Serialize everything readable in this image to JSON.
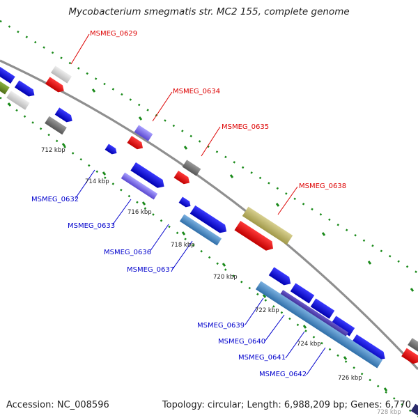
{
  "title": "Mycobacterium smegmatis str. MC2 155, complete genome",
  "footer": {
    "accession": "Accession: NC_008596",
    "summary": "Topology: circular; Length: 6,988,209 bp; Genes: 6,770"
  },
  "colors": {
    "backbone": "#909090",
    "tick": "#1a8a1a",
    "red_label": "#dd0000",
    "blue_label": "#0000cc",
    "feature_blue": "#0000ee",
    "feature_red": "#ee0000",
    "feature_gray": "#7a7a7a",
    "feature_lightgray": "#d0d0d0",
    "feature_purple": "#7b68ee",
    "feature_steel": "#4a86c0",
    "feature_olive": "#b8b060",
    "feature_green": "#6b8e23"
  },
  "scale_labels": [
    "712 kbp",
    "714 kbp",
    "716 kbp",
    "718 kbp",
    "720 kbp",
    "722 kbp",
    "724 kbp",
    "726 kbp",
    "728 kbp"
  ],
  "gene_labels_top": [
    "MSMEG_0629",
    "MSMEG_0634",
    "MSMEG_0635",
    "MSMEG_0638"
  ],
  "gene_labels_bottom": [
    "MSMEG_0632",
    "MSMEG_0633",
    "MSMEG_0636",
    "MSMEG_0637",
    "MSMEG_0639",
    "MSMEG_0640",
    "MSMEG_0641",
    "MSMEG_0642"
  ]
}
